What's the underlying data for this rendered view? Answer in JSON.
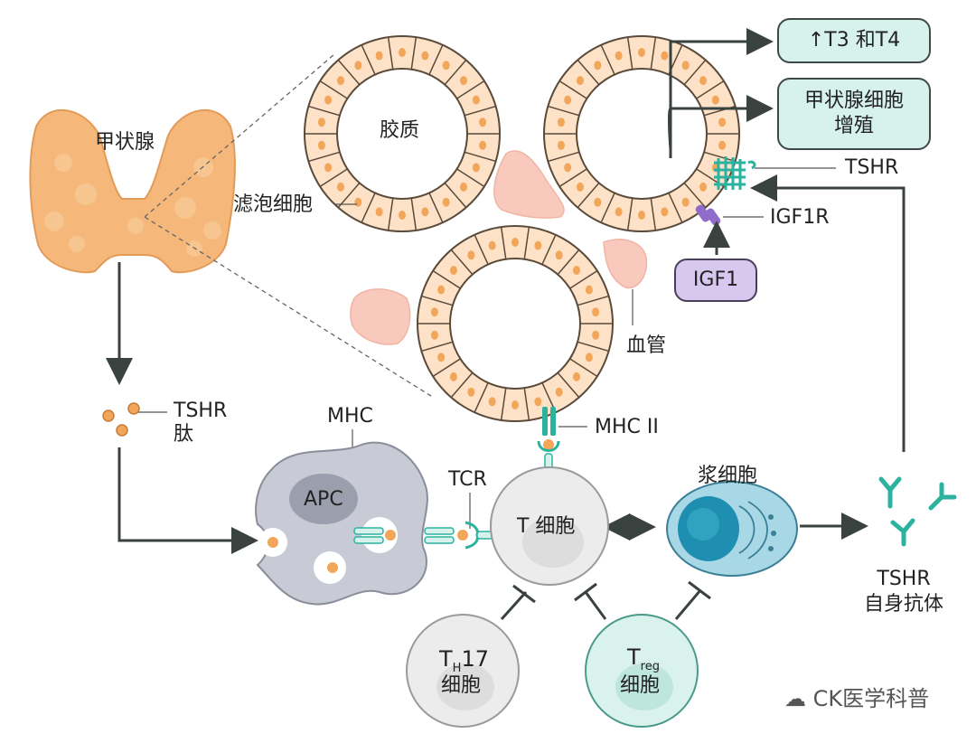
{
  "labels": {
    "thyroid": "甲状腺",
    "colloid": "胶质",
    "follicular_cells": "滤泡细胞",
    "vessel": "血管",
    "t3t4": "↑T3 和T4",
    "proliferation_1": "甲状腺细胞",
    "proliferation_2": "增殖",
    "tshr": "TSHR",
    "igf1r": "IGF1R",
    "igf1": "IGF1",
    "tshr_peptide_1": "TSHR",
    "tshr_peptide_2": "肽",
    "mhc": "MHC",
    "apc": "APC",
    "tcr": "TCR",
    "mhc2": "MHC II",
    "tcell": "T 细胞",
    "plasma": "浆细胞",
    "antibody_1": "TSHR",
    "antibody_2": "自身抗体",
    "th17_main": "T",
    "th17_sub": "H",
    "th17_num": "17",
    "th17_cell": "细胞",
    "treg_main": "T",
    "treg_sub": "reg",
    "treg_cell": "细胞",
    "watermark": "CK医学科普"
  },
  "colors": {
    "cell_fill": "#fde2c8",
    "cell_border": "#5a4a3a",
    "nucleus": "#f2a65a",
    "teal": "#2bb3a0",
    "teal_light": "#d7f2ec",
    "purple": "#8e6cc8",
    "apc_gray": "#c8cad6",
    "plasma_blue": "#1e8fb0",
    "arrow": "#3a4240",
    "thyroid_orange": "#f5b77a"
  }
}
